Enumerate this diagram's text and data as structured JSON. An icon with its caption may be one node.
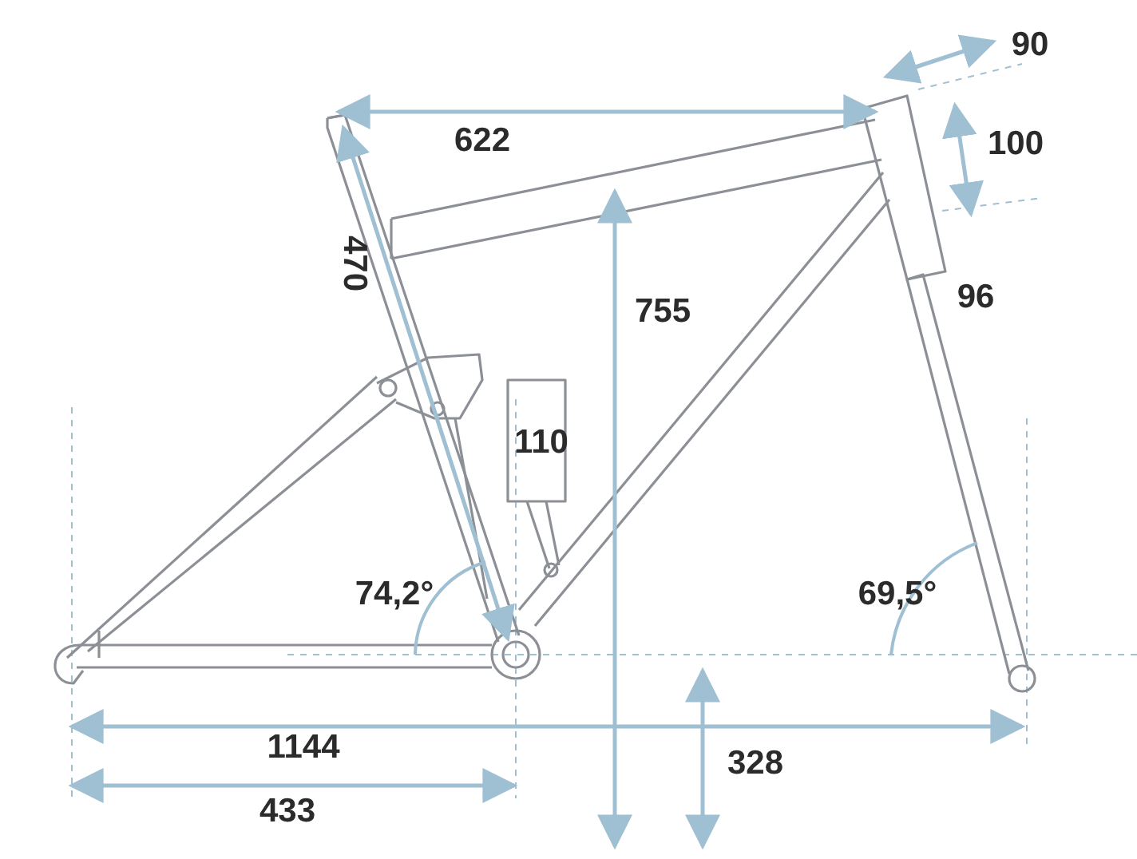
{
  "diagram": {
    "labels": [
      "90",
      "622",
      "100",
      "470",
      "755",
      "96",
      "110",
      "74,2°",
      "69,5°",
      "1144",
      "328",
      "433"
    ]
  }
}
